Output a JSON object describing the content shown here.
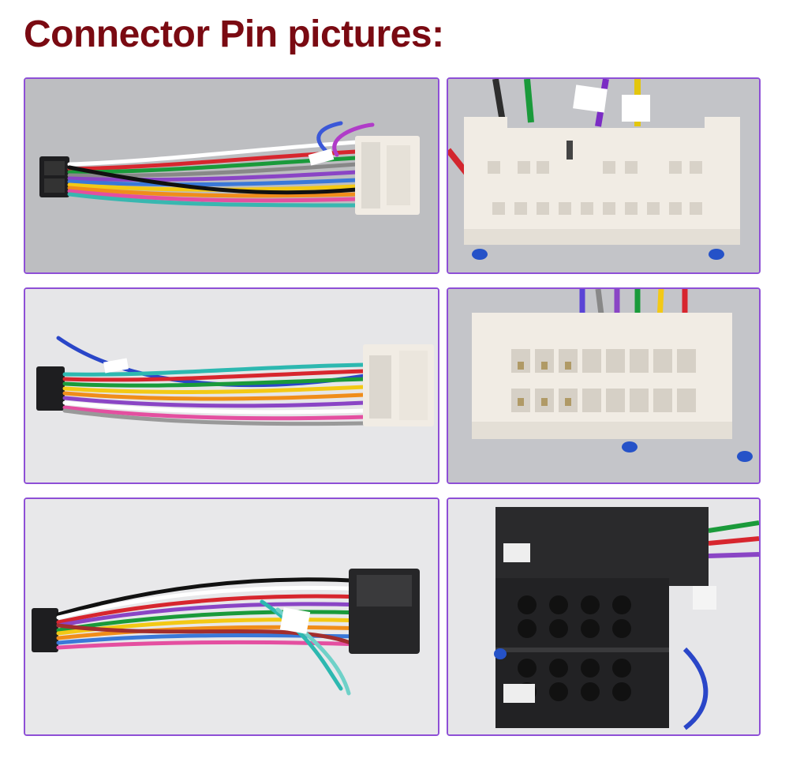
{
  "header": {
    "title": "Connector Pin pictures:"
  },
  "colors": {
    "title": "#7a0a12",
    "frame_border": "#8e4fd6",
    "photo_bg_light": "#e8e8ea",
    "photo_bg_gray": "#bcbdc0",
    "connector_white": "#f1ece4",
    "connector_black": "#2a2a2c"
  },
  "photos": [
    {
      "icon": "wiring-harness-white-connector-16pin"
    },
    {
      "icon": "white-connector-closeup-pins"
    },
    {
      "icon": "wiring-harness-white-connector-20pin"
    },
    {
      "icon": "white-connector-closeup-double-row"
    },
    {
      "icon": "wiring-harness-black-iso-connector"
    },
    {
      "icon": "black-iso-connector-closeup"
    }
  ]
}
